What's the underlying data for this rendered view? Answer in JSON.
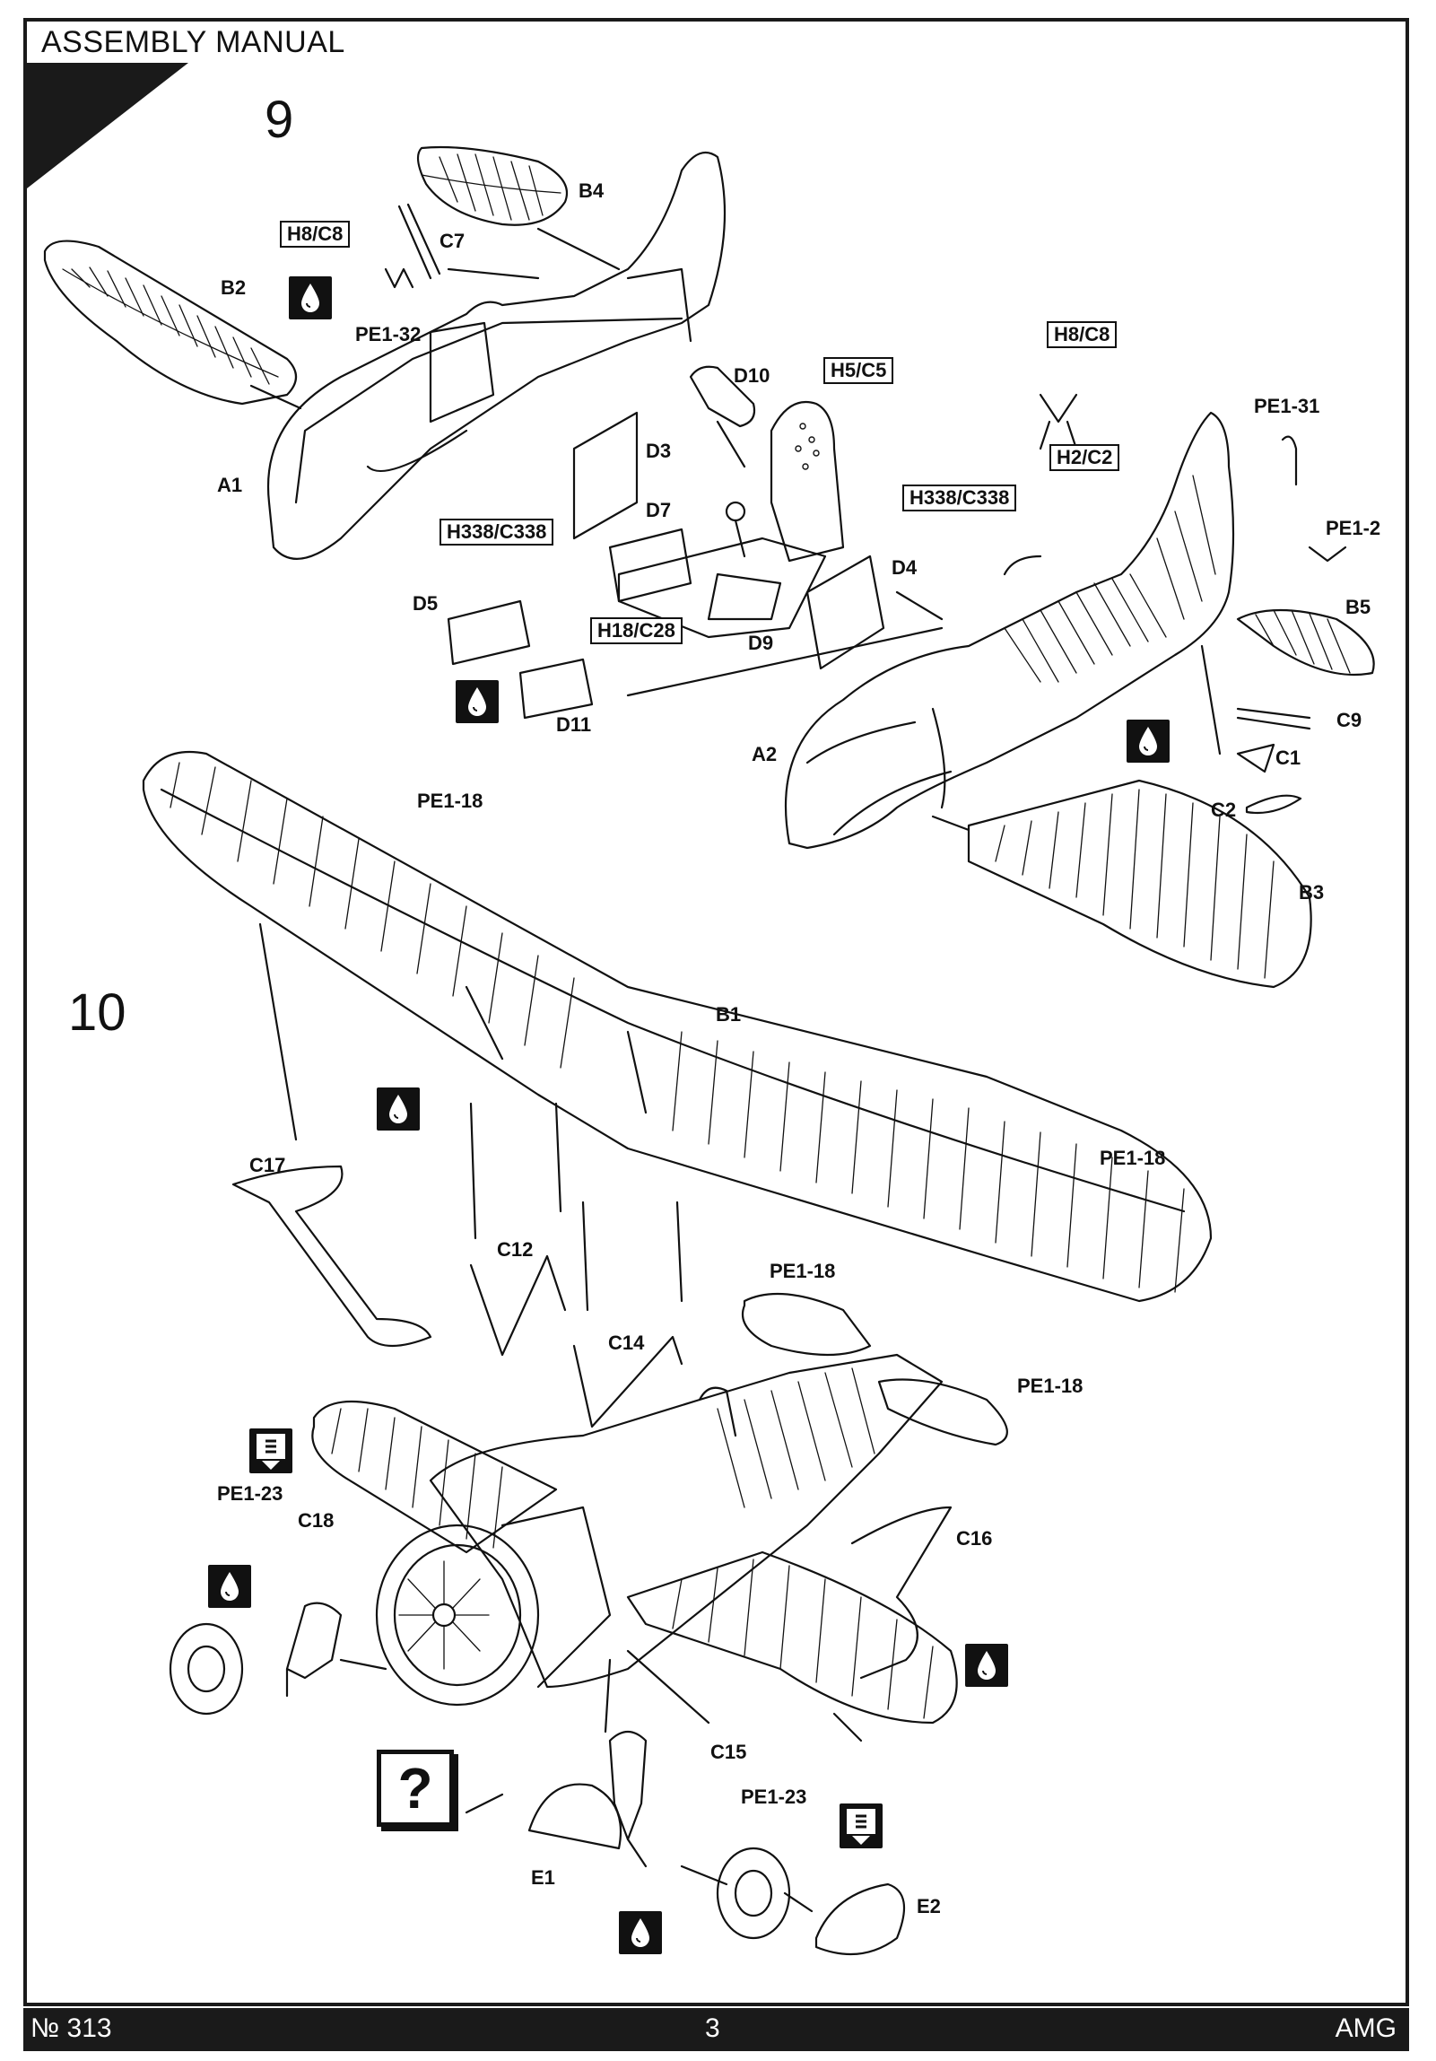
{
  "header": {
    "title": "ASSEMBLY MANUAL"
  },
  "steps": [
    "9",
    "10"
  ],
  "labels_step9": {
    "b4": "B4",
    "c7": "C7",
    "h8c8_a": "H8/C8",
    "b2": "B2",
    "pe1_32": "PE1-32",
    "a1": "A1",
    "d10": "D10",
    "h5c5": "H5/C5",
    "d3": "D3",
    "h338_a": "H338/C338",
    "d7": "D7",
    "d5": "D5",
    "h18c28": "H18/C28",
    "d9": "D9",
    "d11": "D11",
    "h8c8_b": "H8/C8",
    "h2c2": "H2/C2",
    "pe1_31": "PE1-31",
    "pe1_2": "PE1-2",
    "h338_b": "H338/C338",
    "d4": "D4",
    "b5": "B5",
    "c9": "C9",
    "c1": "C1",
    "c2": "C2",
    "a2": "A2",
    "b3": "B3"
  },
  "labels_step10": {
    "pe1_18_a": "PE1-18",
    "b1": "B1",
    "pe1_18_b": "PE1-18",
    "c17": "C17",
    "c12": "C12",
    "c14": "C14",
    "pe1_18_c": "PE1-18",
    "pe1_18_d": "PE1-18",
    "pe1_23_a": "PE1-23",
    "c18": "C18",
    "c16": "C16",
    "c15": "C15",
    "pe1_23_b": "PE1-23",
    "e1": "E1",
    "e2": "E2"
  },
  "question_mark": "?",
  "footer": {
    "catalog": "№ 313",
    "page": "3",
    "brand": "AMG"
  },
  "icons": [
    "glue-drop-icon",
    "glue-drop-icon",
    "glue-drop-icon",
    "glue-drop-icon",
    "glue-drop-icon",
    "glue-drop-icon",
    "glue-drop-icon",
    "photo-etch-icon",
    "photo-etch-icon",
    "question-icon"
  ]
}
